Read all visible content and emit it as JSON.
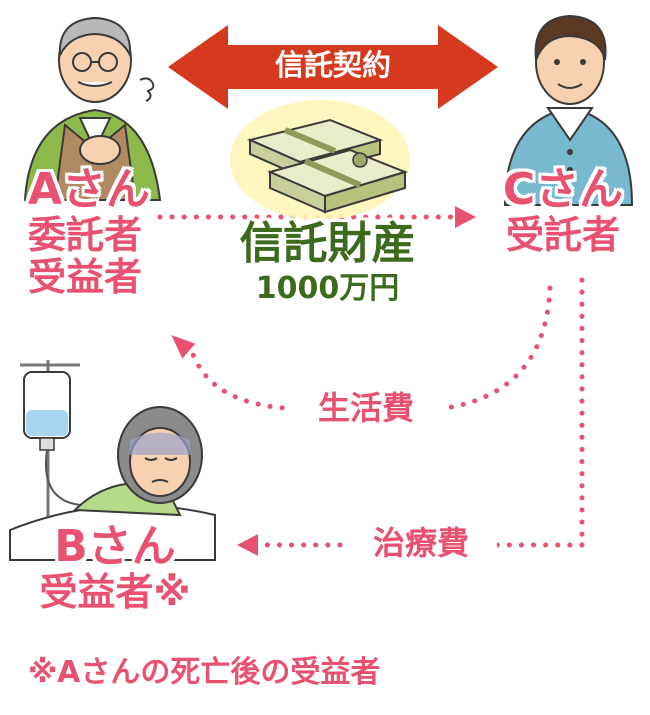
{
  "contract": {
    "label": "信託契約"
  },
  "person_a": {
    "name": "Aさん",
    "role1": "委託者",
    "role2": "受益者"
  },
  "person_c": {
    "name": "Cさん",
    "role1": "受託者"
  },
  "person_b": {
    "name": "Bさん",
    "role1": "受益者※"
  },
  "property": {
    "label": "信託財産",
    "amount": "1000万円"
  },
  "flows": {
    "living": "生活費",
    "medical": "治療費"
  },
  "footnote": "※Aさんの死亡後の受益者",
  "colors": {
    "accent_red": "#d63a1e",
    "label_pink": "#e8516f",
    "money_green": "#3d6b1e"
  }
}
